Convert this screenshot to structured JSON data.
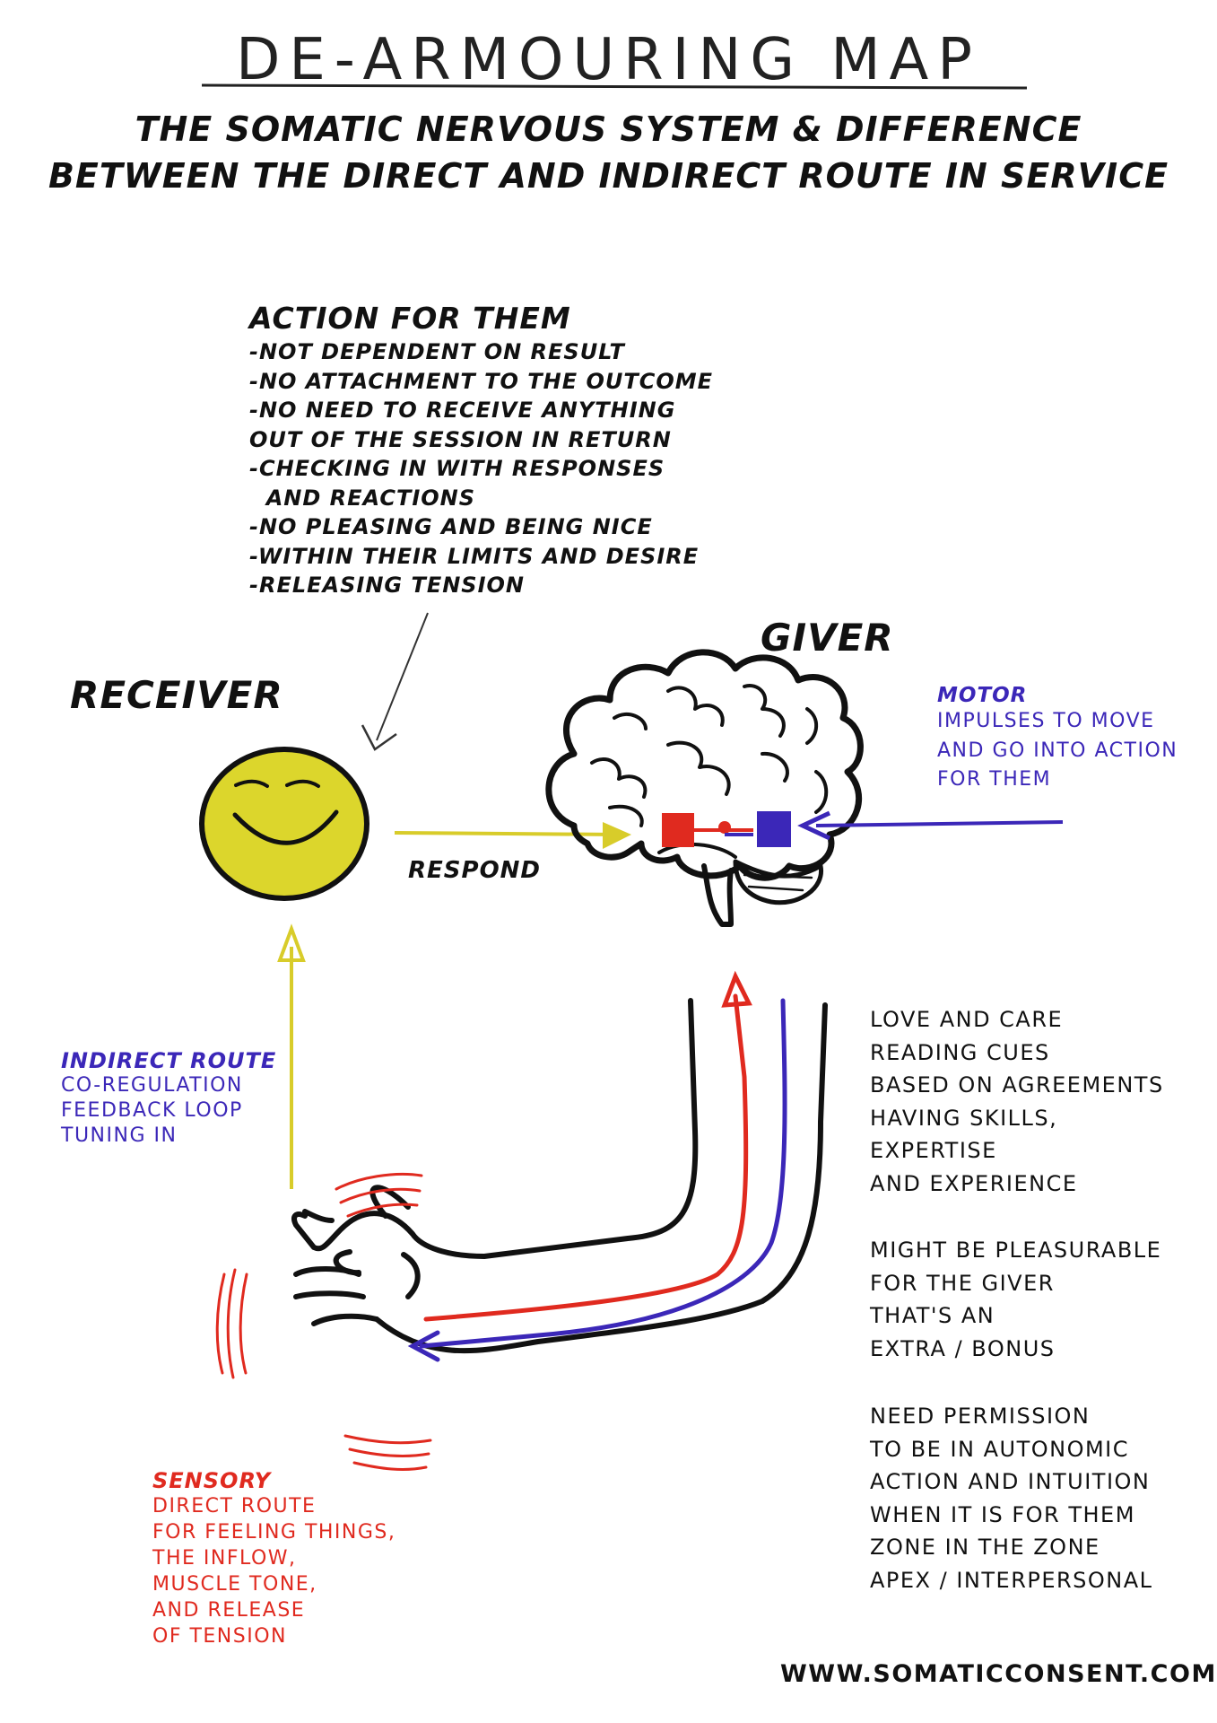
{
  "title": "DE-ARMOURING MAP",
  "subtitle": {
    "line1": "THE SOMATIC NERVOUS SYSTEM & DIFFERENCE",
    "line2": "BETWEEN THE DIRECT AND INDIRECT ROUTE IN SERVICE"
  },
  "action_for_them": {
    "heading": "ACTION FOR THEM",
    "items": [
      "-NOT DEPENDENT ON RESULT",
      "-NO ATTACHMENT TO THE OUTCOME",
      "-NO NEED TO RECEIVE ANYTHING",
      "OUT OF THE SESSION IN RETURN",
      "-CHECKING IN WITH RESPONSES",
      "  AND REACTIONS",
      "-NO PLEASING AND BEING NICE",
      "-WITHIN THEIR LIMITS AND DESIRE",
      "-RELEASING TENSION"
    ]
  },
  "receiver": {
    "label": "RECEIVER"
  },
  "giver": {
    "label": "GIVER"
  },
  "respond": {
    "label": "RESPOND"
  },
  "motor": {
    "heading": "MOTOR",
    "lines": [
      "IMPULSES TO MOVE",
      "AND GO INTO ACTION",
      "FOR THEM"
    ]
  },
  "indirect_route": {
    "heading": "INDIRECT ROUTE",
    "lines": [
      "CO-REGULATION",
      "FEEDBACK LOOP",
      "TUNING IN"
    ]
  },
  "sensory": {
    "heading": "SENSORY",
    "lines": [
      "DIRECT ROUTE",
      "FOR FEELING THINGS,",
      "THE INFLOW,",
      "MUSCLE TONE,",
      "AND RELEASE",
      "OF TENSION"
    ]
  },
  "notes": {
    "block1": [
      "LOVE AND CARE",
      "READING CUES",
      "BASED ON AGREEMENTS",
      "HAVING SKILLS,",
      "EXPERTISE",
      "AND EXPERIENCE"
    ],
    "block2": [
      "MIGHT BE PLEASURABLE",
      "FOR THE GIVER",
      "THAT'S AN",
      "EXTRA / BONUS"
    ],
    "block3": [
      "NEED PERMISSION",
      "TO BE IN AUTONOMIC",
      "ACTION AND INTUITION",
      "WHEN IT IS FOR THEM",
      "ZONE IN THE ZONE",
      "APEX / INTERPERSONAL"
    ]
  },
  "footer": {
    "url": "WWW.SOMATICCONSENT.COM"
  },
  "colors": {
    "yellow": "#d8cc2a",
    "red": "#e02a1f",
    "purple": "#3b27b8",
    "face_fill": "#dcd62c"
  }
}
